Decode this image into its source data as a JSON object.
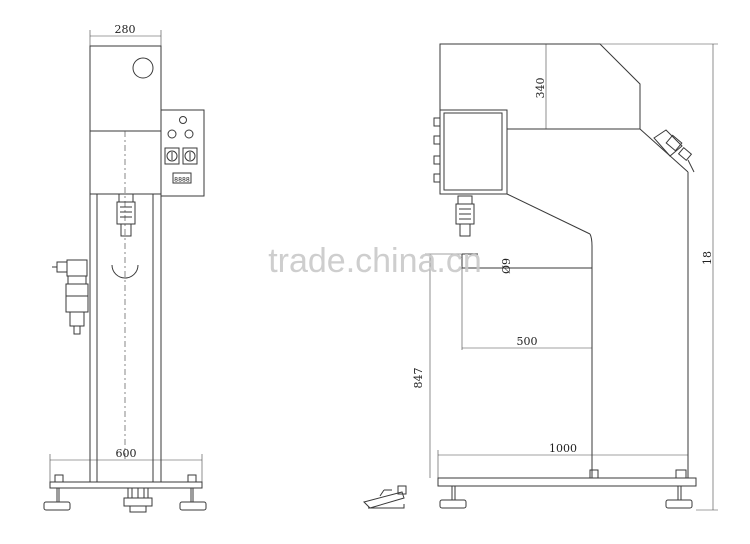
{
  "watermark": "trade.china.cn",
  "front_view": {
    "dim_top_width": "280",
    "dim_base_width": "600",
    "counter_display": "8888"
  },
  "side_view": {
    "dim_head_height": "340",
    "dim_diameter": "Ø9",
    "dim_throat_depth": "500",
    "dim_table_height": "847",
    "dim_base_length": "1000",
    "dim_total_height": "18"
  }
}
